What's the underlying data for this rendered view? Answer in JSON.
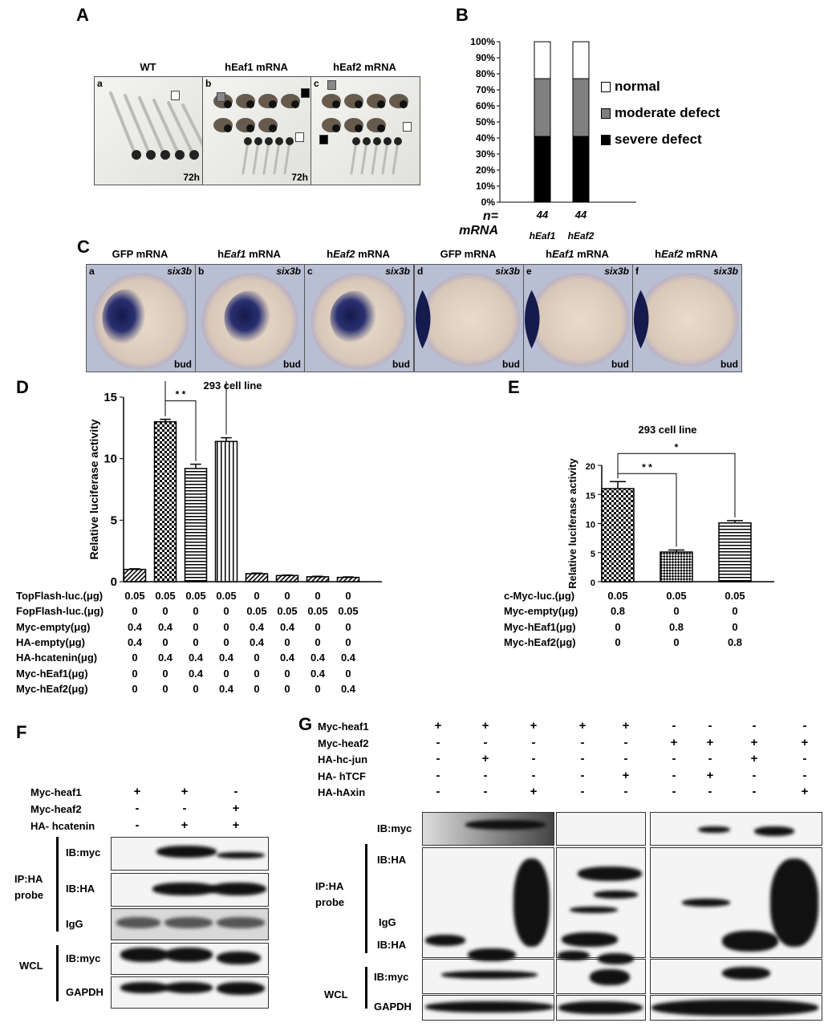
{
  "panelA": {
    "label": "A",
    "photos": [
      {
        "title": "WT",
        "corner": "a",
        "time": "72h"
      },
      {
        "title": "hEaf1 mRNA",
        "corner": "b",
        "time": "72h"
      },
      {
        "title": "hEaf2 mRNA",
        "corner": "c",
        "time": ""
      }
    ]
  },
  "panelB": {
    "label": "B"
  },
  "panelC": {
    "label": "C",
    "embryos": [
      {
        "pre": "GFP mRNA",
        "it": "",
        "post": "",
        "corner": "a",
        "gene": "six3b",
        "stage": "bud",
        "view": "animal"
      },
      {
        "pre": "h",
        "it": "Eaf1",
        "post": " mRNA",
        "corner": "b",
        "gene": "six3b",
        "stage": "bud",
        "view": "animal"
      },
      {
        "pre": "h",
        "it": "Eaf2",
        "post": " mRNA",
        "corner": "c",
        "gene": "six3b",
        "stage": "bud",
        "view": "animal"
      },
      {
        "pre": "GFP mRNA",
        "it": "",
        "post": "",
        "corner": "d",
        "gene": "six3b",
        "stage": "bud",
        "view": "lateral"
      },
      {
        "pre": "h",
        "it": "Eaf1",
        "post": " mRNA",
        "corner": "e",
        "gene": "six3b",
        "stage": "bud",
        "view": "lateral"
      },
      {
        "pre": "h",
        "it": "Eaf2",
        "post": " mRNA",
        "corner": "f",
        "gene": "six3b",
        "stage": "bud",
        "view": "lateral"
      }
    ]
  },
  "panelD": {
    "label": "D"
  },
  "panelE": {
    "label": "E"
  },
  "panelF": {
    "label": "F",
    "conditions": [
      {
        "name": "Myc-heaf1",
        "vals": [
          "+",
          "+",
          "-"
        ]
      },
      {
        "name": "Myc-heaf2",
        "vals": [
          "-",
          "-",
          "+"
        ]
      },
      {
        "name": "HA- hcatenin",
        "vals": [
          "-",
          "+",
          "+"
        ]
      }
    ],
    "ip_label": "IP:HA\nprobe",
    "wcl_label": "WCL",
    "ip_rows": [
      "IB:myc",
      "IB:HA",
      "IgG"
    ],
    "wcl_rows": [
      "IB:myc",
      "GAPDH"
    ]
  },
  "panelG": {
    "label": "G",
    "conditions": [
      {
        "name": "Myc-heaf1",
        "vals": [
          "+",
          "+",
          "+",
          "+",
          "+",
          "-",
          "-",
          "-",
          "-"
        ]
      },
      {
        "name": "Myc-heaf2",
        "vals": [
          "-",
          "-",
          "-",
          "-",
          "-",
          "+",
          "+",
          "+",
          "+"
        ]
      },
      {
        "name": "HA-hc-jun",
        "vals": [
          "-",
          "+",
          "-",
          "-",
          "-",
          "-",
          "-",
          "+",
          "-"
        ]
      },
      {
        "name": "HA- hTCF",
        "vals": [
          "-",
          "-",
          "-",
          "-",
          "+",
          "-",
          "+",
          "-",
          "-"
        ]
      },
      {
        "name": "HA-hAxin",
        "vals": [
          "-",
          "-",
          "+",
          "-",
          "-",
          "-",
          "-",
          "-",
          "+"
        ]
      }
    ],
    "ib_myc": "IB:myc",
    "ip_label": "IP:HA\nprobe",
    "ip_rows": [
      "IB:HA",
      "IgG",
      "IB:HA"
    ],
    "wcl_label": "WCL",
    "wcl_rows": [
      "IB:myc",
      "GAPDH"
    ]
  },
  "chart_data": [
    {
      "id": "B",
      "type": "bar",
      "stacked": true,
      "categories": [
        "hEaf1",
        "hEaf2"
      ],
      "n": [
        "44",
        "44"
      ],
      "n_label": "n=",
      "mrna_label": "mRNA",
      "series": [
        {
          "name": "severe defect",
          "values": [
            41,
            41
          ],
          "color": "#000000"
        },
        {
          "name": "moderate defect",
          "values": [
            36,
            36
          ],
          "color": "#808080"
        },
        {
          "name": "normal",
          "values": [
            23,
            23
          ],
          "color": "#ffffff"
        }
      ],
      "legend_order": [
        "normal",
        "moderate defect",
        "severe defect"
      ],
      "yticks": [
        "0%",
        "10%",
        "20%",
        "30%",
        "40%",
        "50%",
        "60%",
        "70%",
        "80%",
        "90%",
        "100%"
      ],
      "ylim": [
        0,
        100
      ]
    },
    {
      "id": "D",
      "type": "bar",
      "title": "293 cell line",
      "ylabel": "Relative luciferase activity",
      "ylim": [
        0,
        15
      ],
      "yticks": [
        "0",
        "5",
        "10",
        "15"
      ],
      "values": [
        1.0,
        13.0,
        9.2,
        11.4,
        0.65,
        0.5,
        0.4,
        0.35
      ],
      "errors": [
        0.05,
        0.2,
        0.35,
        0.3,
        0.05,
        0.04,
        0.04,
        0.04
      ],
      "patterns": [
        "diag",
        "check",
        "hlines",
        "vlines",
        "diag",
        "diag",
        "diag",
        "diag"
      ],
      "sig": [
        {
          "from": 1,
          "to": 2,
          "text": "* *"
        },
        {
          "from": 1,
          "to": 3,
          "text": "*"
        }
      ],
      "table": [
        {
          "name": "TopFlash-luc.(μg)",
          "vals": [
            "0.05",
            "0.05",
            "0.05",
            "0.05",
            "0",
            "0",
            "0",
            "0"
          ]
        },
        {
          "name": "FopFlash-luc.(μg)",
          "vals": [
            "0",
            "0",
            "0",
            "0",
            "0.05",
            "0.05",
            "0.05",
            "0.05"
          ]
        },
        {
          "name": "Myc-empty(μg)",
          "vals": [
            "0.4",
            "0.4",
            "0",
            "0",
            "0.4",
            "0.4",
            "0",
            "0"
          ]
        },
        {
          "name": "HA-empty(μg)",
          "vals": [
            "0.4",
            "0",
            "0",
            "0",
            "0.4",
            "0",
            "0",
            "0"
          ]
        },
        {
          "name": "HA-hcatenin(μg)",
          "vals": [
            "0",
            "0.4",
            "0.4",
            "0.4",
            "0",
            "0.4",
            "0.4",
            "0.4"
          ]
        },
        {
          "name": "Myc-hEaf1(μg)",
          "vals": [
            "0",
            "0",
            "0.4",
            "0",
            "0",
            "0",
            "0.4",
            "0"
          ]
        },
        {
          "name": "Myc-hEaf2(μg)",
          "vals": [
            "0",
            "0",
            "0",
            "0.4",
            "0",
            "0",
            "0",
            "0.4"
          ]
        }
      ]
    },
    {
      "id": "E",
      "type": "bar",
      "title": "293 cell line",
      "ylabel": "Relative luciferase activity",
      "ylim": [
        0,
        20
      ],
      "yticks": [
        "0",
        "5",
        "10",
        "15",
        "20"
      ],
      "values": [
        16.0,
        5.1,
        10.1
      ],
      "errors": [
        1.2,
        0.35,
        0.4
      ],
      "patterns": [
        "check",
        "check2",
        "hlines"
      ],
      "sig": [
        {
          "from": 0,
          "to": 1,
          "text": "* *"
        },
        {
          "from": 0,
          "to": 2,
          "text": "*"
        }
      ],
      "table": [
        {
          "name": "c-Myc-luc.(μg)",
          "vals": [
            "0.05",
            "0.05",
            "0.05"
          ]
        },
        {
          "name": "Myc-empty(μg)",
          "vals": [
            "0.8",
            "0",
            "0"
          ]
        },
        {
          "name": "Myc-hEaf1(μg)",
          "vals": [
            "0",
            "0.8",
            "0"
          ]
        },
        {
          "name": "Myc-hEaf2(μg)",
          "vals": [
            "0",
            "0",
            "0.8"
          ]
        }
      ]
    }
  ]
}
